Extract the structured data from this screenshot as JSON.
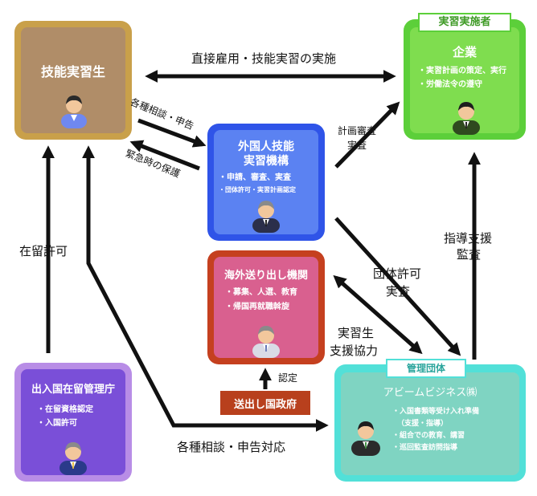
{
  "trainee": {
    "title": "技能実習生"
  },
  "company": {
    "badge": "実習実施者",
    "title": "企業",
    "bullets": [
      "・実習計画の策定、実行",
      "・労働法令の遵守"
    ]
  },
  "otit": {
    "title_line1": "外国人技能",
    "title_line2": "実習機構",
    "bullets": [
      "・申請、審査、実査",
      "・団体許可・実習計画認定"
    ]
  },
  "sending_org": {
    "title": "海外送り出し機関",
    "bullets": [
      "・募集、人選、教育",
      "・帰国再就職斡旋"
    ]
  },
  "sending_gov": {
    "title": "送出し国政府"
  },
  "immigration": {
    "title": "出入国在留管理庁",
    "bullets": [
      "・在留資格認定",
      "・入国許可"
    ]
  },
  "supervising": {
    "badge": "管理団体",
    "title": "アビームビジネス㈱",
    "bullets": [
      "・入国書類等受け入れ準備",
      "（支援・指導）",
      "・組合での教育、講習",
      "・巡回監査訪問指導"
    ]
  },
  "edges": {
    "direct_employment": "直接雇用・技能実習の実施",
    "consultation": "各種相談・申告",
    "emergency": "緊急時の保護",
    "plan_review_1": "計画審査",
    "plan_review_2": "実査",
    "residence_permit": "在留許可",
    "guidance_1": "指導支援",
    "guidance_2": "監査",
    "group_permit_1": "団体許可",
    "group_permit_2": "実査",
    "support_1": "実習生",
    "support_2": "支援協力",
    "certification": "認定",
    "consultation_response": "各種相談・申告対応"
  },
  "colors": {
    "trainee_outer": "#c9a04a",
    "trainee_inner": "#b08d68",
    "company_outer": "#5ccf3a",
    "company_inner": "#7fdd4f",
    "otit_outer": "#2f54e8",
    "otit_inner": "#5b82f2",
    "sending_org_outer": "#c5401f",
    "sending_org_inner": "#d9608f",
    "sending_gov": "#b8401d",
    "immigration_outer": "#b88de6",
    "immigration_inner": "#7a4fd8",
    "supervising_outer": "#52e0d8",
    "supervising_inner": "#7fd4c2",
    "arrow": "#111111"
  }
}
